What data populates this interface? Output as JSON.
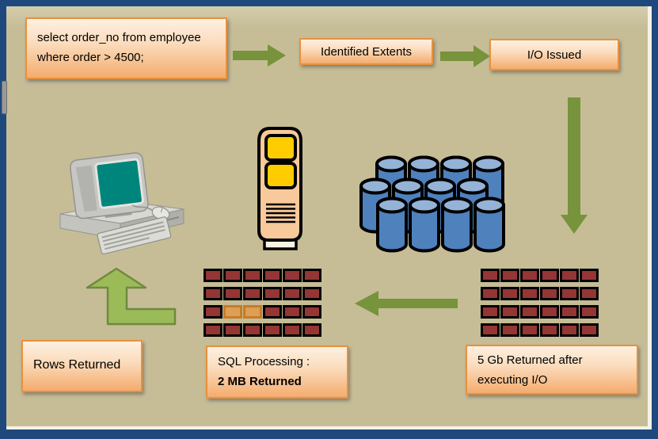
{
  "colors": {
    "frame_navy": "#1F497D",
    "canvas_tan": "#C6BD97",
    "box_border_orange": "#E8913D",
    "box_fill_top": "#FDF0E1",
    "box_fill_bottom": "#F4AC6E",
    "arrow_olive": "#77933C",
    "elbow_fill": "#9BBB59",
    "elbow_stroke": "#71893F",
    "block_red": "#943634",
    "block_highlight_fill": "#DD9E55",
    "block_highlight_border": "#C87B26",
    "disk_blue": "#4F81BD",
    "disk_top_blue": "#95B3D7",
    "tower_peach": "#F7C99B",
    "tower_panel_yellow": "#FFCC00",
    "monitor_screen_teal": "#00857D"
  },
  "boxes": {
    "query": {
      "lines": [
        "select order_no from employee",
        "where order > 4500;"
      ]
    },
    "extents": {
      "label": "Identified Extents"
    },
    "io": {
      "label": "I/O Issued"
    },
    "gb": {
      "lines": [
        "5 Gb Returned after",
        "executing I/O"
      ]
    },
    "sql": {
      "lines": [
        "SQL Processing :",
        "2 MB Returned"
      ]
    },
    "rows": {
      "label": "Rows Returned"
    }
  },
  "grids": [
    {
      "id": "returned-blocks-grid",
      "rows": 4,
      "cols": 6,
      "highlights": []
    },
    {
      "id": "sql-processing-blocks-grid",
      "rows": 4,
      "cols": 6,
      "highlights": [
        [
          2,
          1
        ],
        [
          2,
          2
        ]
      ]
    }
  ],
  "disk_array": {
    "rows": 3,
    "disks_per_row": 4
  },
  "icons": [
    "client-computer-icon",
    "server-tower-icon",
    "disk-array-icon",
    "arrow-right-icon",
    "arrow-down-icon",
    "arrow-left-icon",
    "elbow-arrow-up-icon"
  ]
}
